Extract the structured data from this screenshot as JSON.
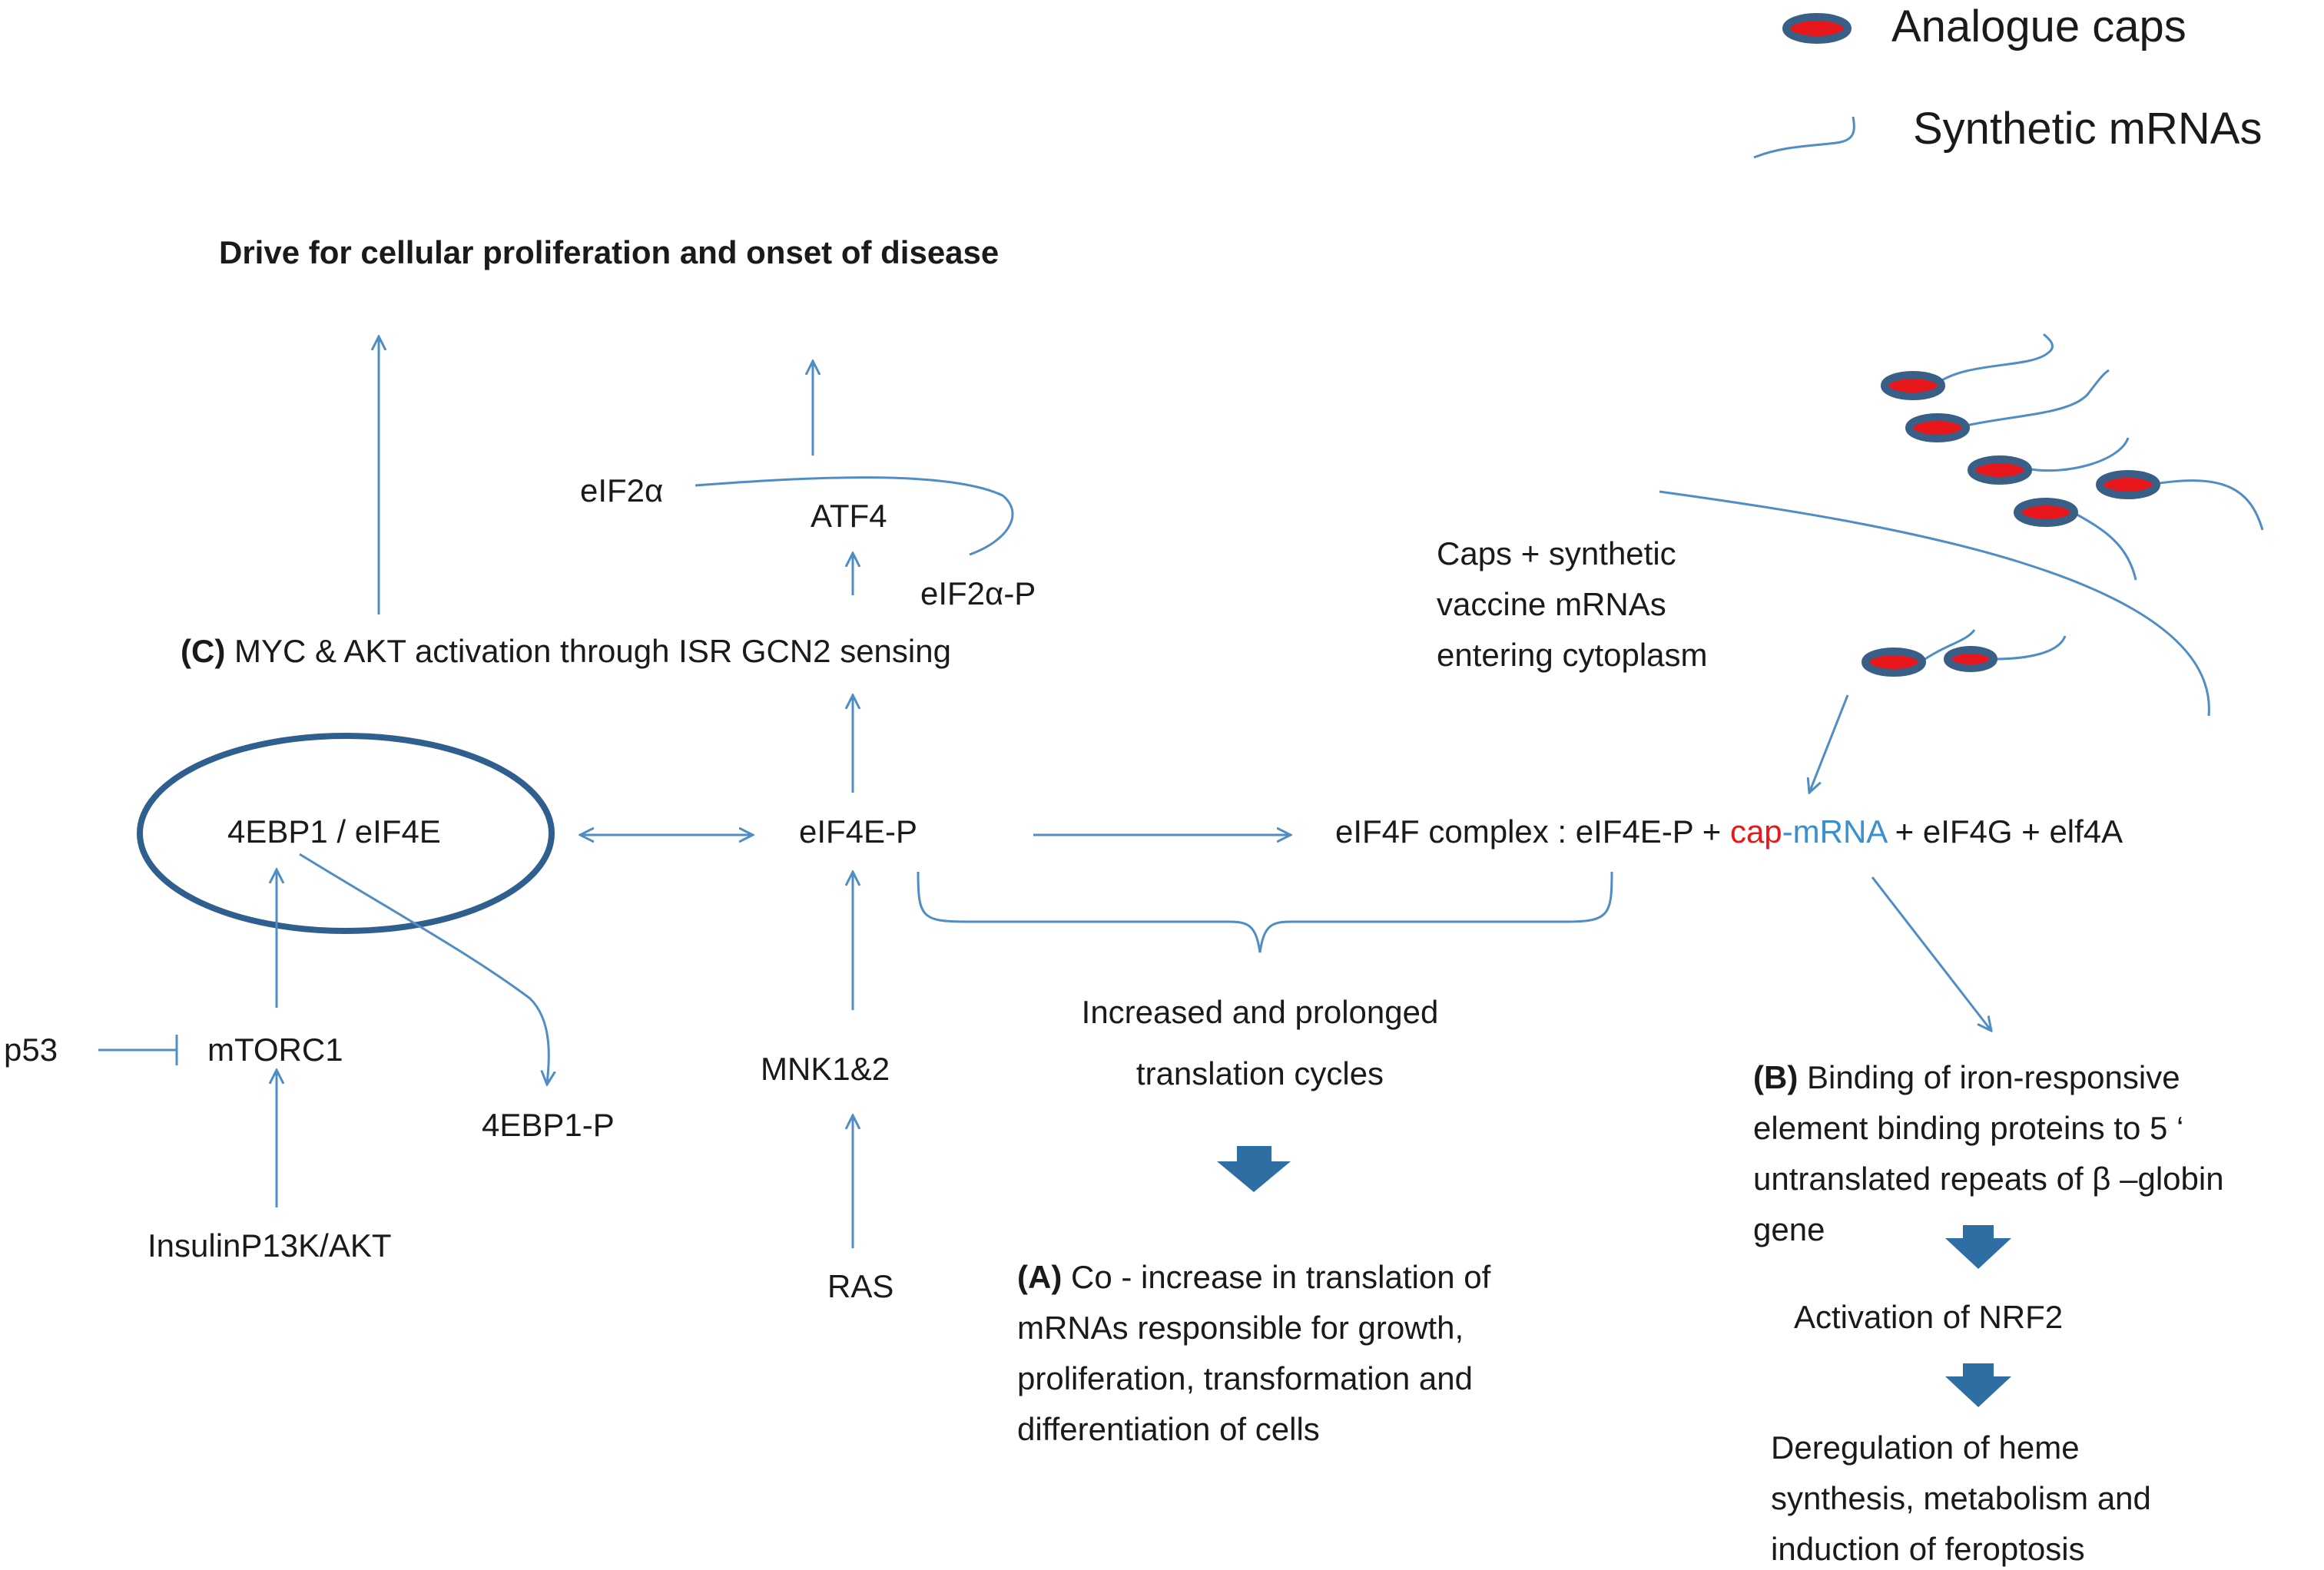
{
  "legend": {
    "caps_label": "Analogue caps",
    "mrna_label": "Synthetic mRNAs"
  },
  "title": "Drive for cellular proliferation  and onset of disease",
  "nodes": {
    "eif2a": "eIF2α",
    "atf4": "ATF4",
    "eif2a_p": "eIF2α-P",
    "section_c_tag": "(C)",
    "section_c_text": " MYC & AKT activation through ISR GCN2 sensing",
    "caps_entering": [
      "Caps + synthetic",
      "vaccine mRNAs",
      "entering cytoplasm"
    ],
    "complex_4ebp1_eif4e": "4EBP1 / eIF4E",
    "eif4e_p": "eIF4E-P",
    "eif4f_prefix": "eIF4F complex : eIF4E-P + ",
    "eif4f_cap": "cap",
    "eif4f_mrna": "-mRNA",
    "eif4f_suffix": " + eIF4G + elf4A",
    "p53": "p53",
    "mtorc1": "mTORC1",
    "ebp1_p": "4EBP1-P",
    "insulin": "InsulinP13K/AKT",
    "mnk": "MNK1&2",
    "ras": "RAS",
    "increased": [
      "Increased and prolonged",
      "translation cycles"
    ],
    "section_a_tag": "(A)",
    "section_a_lines": [
      " Co - increase in translation of",
      "mRNAs responsible for growth,",
      "proliferation, transformation and",
      "differentiation of cells"
    ],
    "section_b_tag": "(B)",
    "section_b_lines": [
      " Binding of iron-responsive",
      "element binding proteins to 5 ‘",
      "untranslated repeats of β –globin",
      "gene"
    ],
    "nrf2": "Activation of NRF2",
    "deregulation": [
      "Deregulation of heme",
      "synthesis, metabolism and",
      "induction of feroptosis"
    ]
  },
  "colors": {
    "line": "#4f8dc4",
    "ellipse": "#2f5f8f",
    "cap_fill": "#e8171b",
    "cap_stroke": "#3a5f86",
    "block_arrow": "#2e6ea3",
    "cap_text": "#e8171b",
    "mrna_text": "#3b8fd0"
  }
}
